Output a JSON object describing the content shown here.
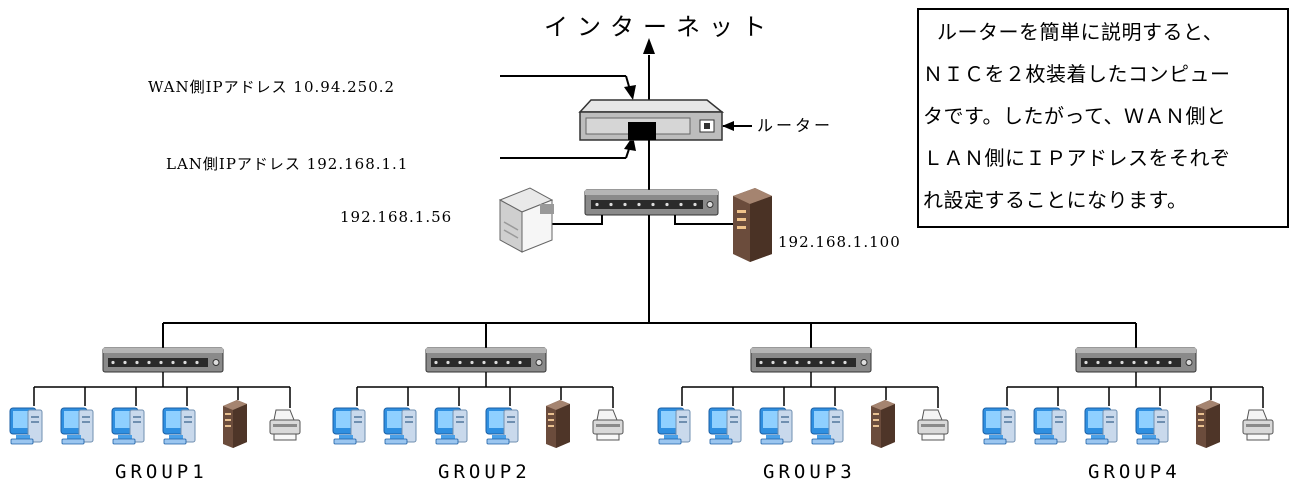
{
  "internet_label": "インターネット",
  "wan_label": "WAN側IPアドレス 10.94.250.2",
  "lan_label": "LAN側IPアドレス 192.168.1.1",
  "router_label": "ルーター",
  "printer_ip": "192.168.1.56",
  "server_ip": "192.168.1.100",
  "note_lines": [
    "ルーターを簡単に説明すると、",
    "ＮＩＣを２枚装着したコンピュー",
    "タです。したがって、ＷＡＮ側と",
    "ＬＡＮ側にＩＰアドレスをそれぞ",
    "れ設定することになります。"
  ],
  "groups": [
    "GROUP1",
    "GROUP2",
    "GROUP3",
    "GROUP4"
  ],
  "icons": {
    "router": "router-icon",
    "switch": "switch-icon",
    "printer": "laser-printer-icon",
    "server": "tower-server-icon",
    "pc": "desktop-pc-icon",
    "group_printer": "inkjet-printer-icon",
    "group_server": "tower-server-icon"
  },
  "colors": {
    "line": "#000000",
    "switch": "#6f6f6f",
    "monitor": "#2f8fe0",
    "server": "#7a5a48"
  }
}
